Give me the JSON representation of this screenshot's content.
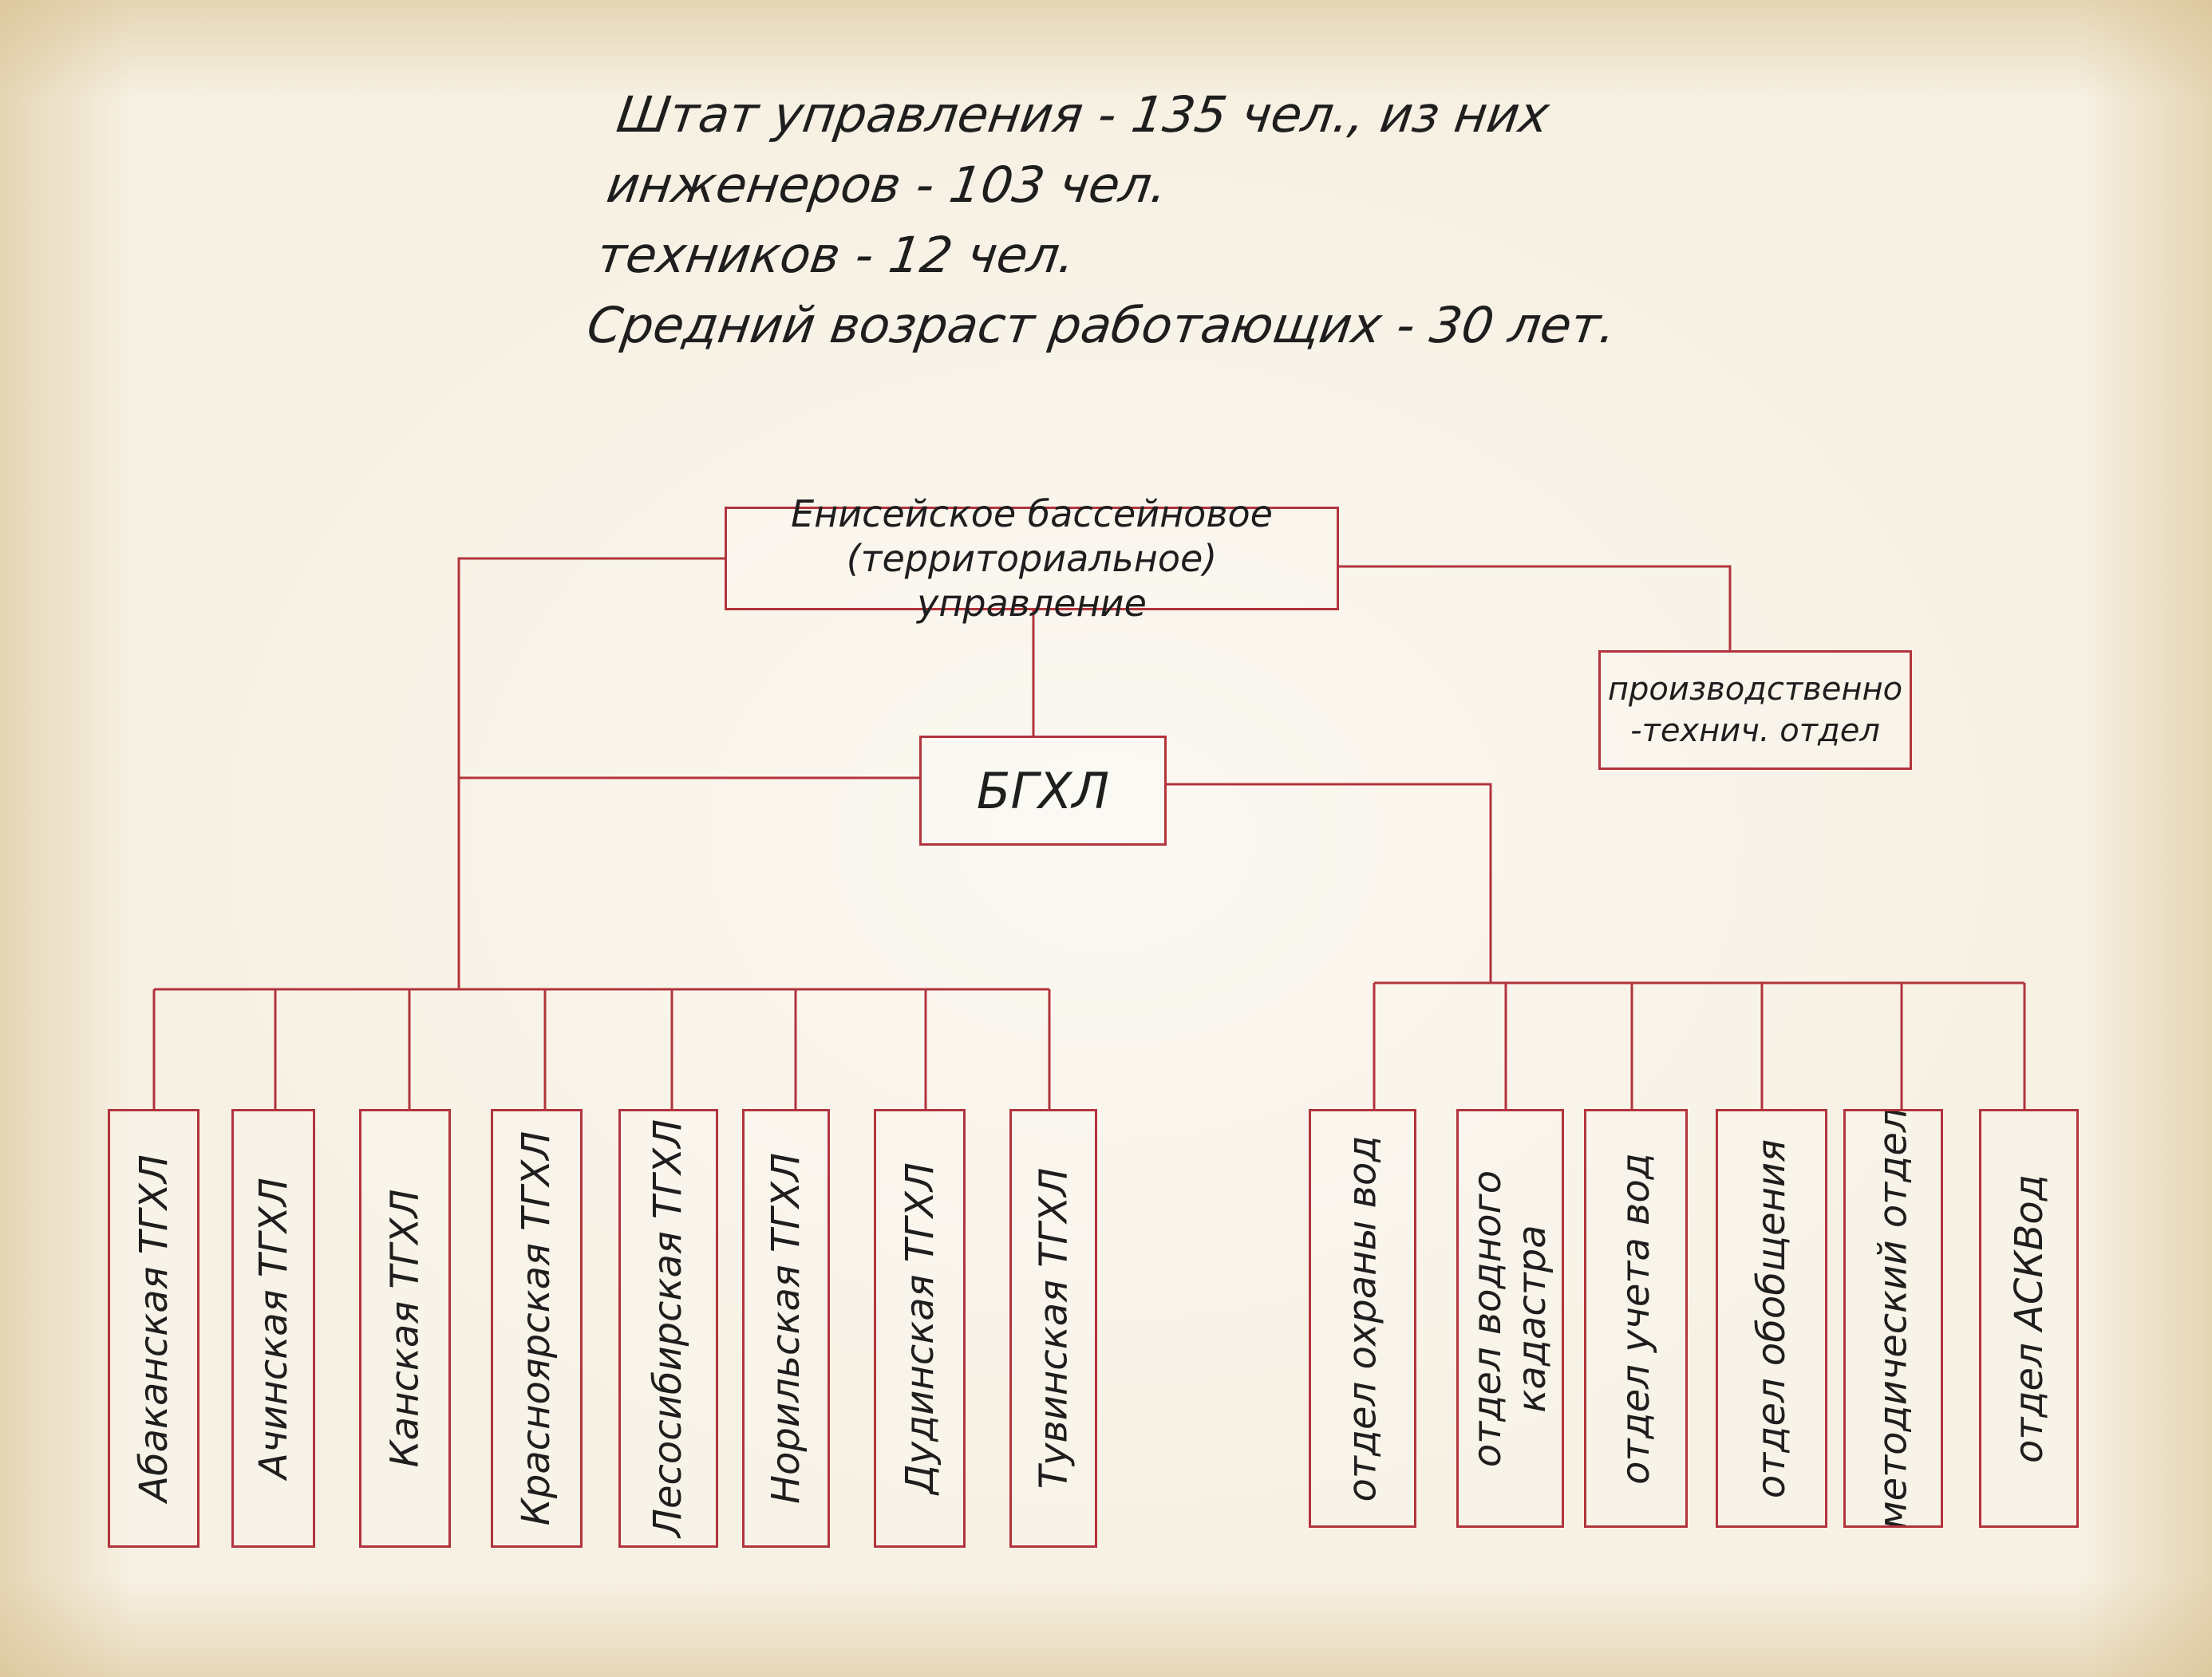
{
  "header": {
    "line1": "Штат управления - 135 чел., из них",
    "line2": "инженеров - 103 чел.",
    "line3": "техников - 12 чел.",
    "line4": "Средний возраст работающих - 30 лет."
  },
  "org": {
    "root": {
      "line1": "Енисейское бассейновое",
      "line2": "(территориальное) управление"
    },
    "pto": {
      "line1": "производственно",
      "line2": "-технич. отдел"
    },
    "bghl": {
      "label": "БГХЛ"
    },
    "labs": [
      {
        "label": "Абаканская ТГХЛ"
      },
      {
        "label": "Ачинская ТГХЛ"
      },
      {
        "label": "Канская ТГХЛ"
      },
      {
        "label": "Красноярская ТГХЛ"
      },
      {
        "label": "Лесосибирская ТГХЛ"
      },
      {
        "label": "Норильская ТГХЛ"
      },
      {
        "label": "Дудинская ТГХЛ"
      },
      {
        "label": "Тувинская ТГХЛ"
      }
    ],
    "depts": [
      {
        "line1": "отдел охраны вод"
      },
      {
        "line1": "отдел водного",
        "line2": "кадастра"
      },
      {
        "line1": "отдел учета вод"
      },
      {
        "line1": "отдел обобщения"
      },
      {
        "line1": "методический отдел"
      },
      {
        "line1": "отдел АСКВод"
      }
    ]
  },
  "colors": {
    "line": "#b2343d",
    "ink": "#1e1e1e",
    "paper": "#f7f1e4"
  }
}
